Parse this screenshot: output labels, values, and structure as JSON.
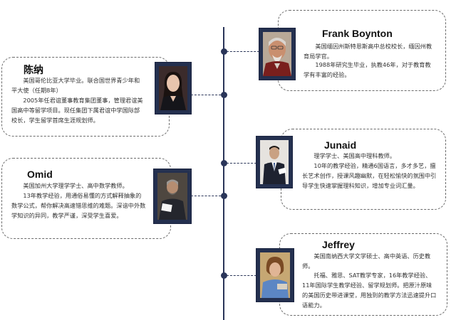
{
  "people": {
    "frank": {
      "name": "Frank Boynton",
      "p1": "美国缅因州斯特恩斯高中总校校长，缅因州教育局学官。",
      "p2": "1988年研究生毕业，执教46年，对于教育教学有丰富的经验。"
    },
    "chenna": {
      "name": "陈纳",
      "p1": "美国哥伦比亚大学毕业。联合国世界青少年和平大使（任期8年）",
      "p2": "2005年任君谊董事教育集团董事，管理君谊美国高中等留学项目。现任集团下属君谊中学国际部校长，学生留学首席生涯规划师。"
    },
    "junaid": {
      "name": "Junaid",
      "p1": "理学学士、美国高中理科教师。",
      "p2": "10年的教学经验，精通6国语言，多才多艺，擅长艺术创作，授课风趣幽默，在轻松愉快的氛围中引导学生快速掌握理科知识，增加专业词汇量。"
    },
    "omid": {
      "name": "Omid",
      "p1": "美国加州大学理学学士、高中数学教师。",
      "p2": "13年教学经验，用通俗易懂的方式解释抽象的数学公式，帮你解决高速错思维的难题。深谙中外数学知识的异同，教学严谨，深受学生喜爱。"
    },
    "jeffrey": {
      "name": "Jeffrey",
      "p1": "美国南纳西大学文学硕士、高中英语、历史教师。",
      "p2": "托福、雅思、SAT教学专家，16年教学经验、11年国际学生教学经验、留学规划师。把原汁原味的美国历史带进课堂，用独到的教学方法迅速提升口语能力。"
    }
  },
  "colors": {
    "accent": "#2a3559",
    "border": "#6b6b6b"
  }
}
